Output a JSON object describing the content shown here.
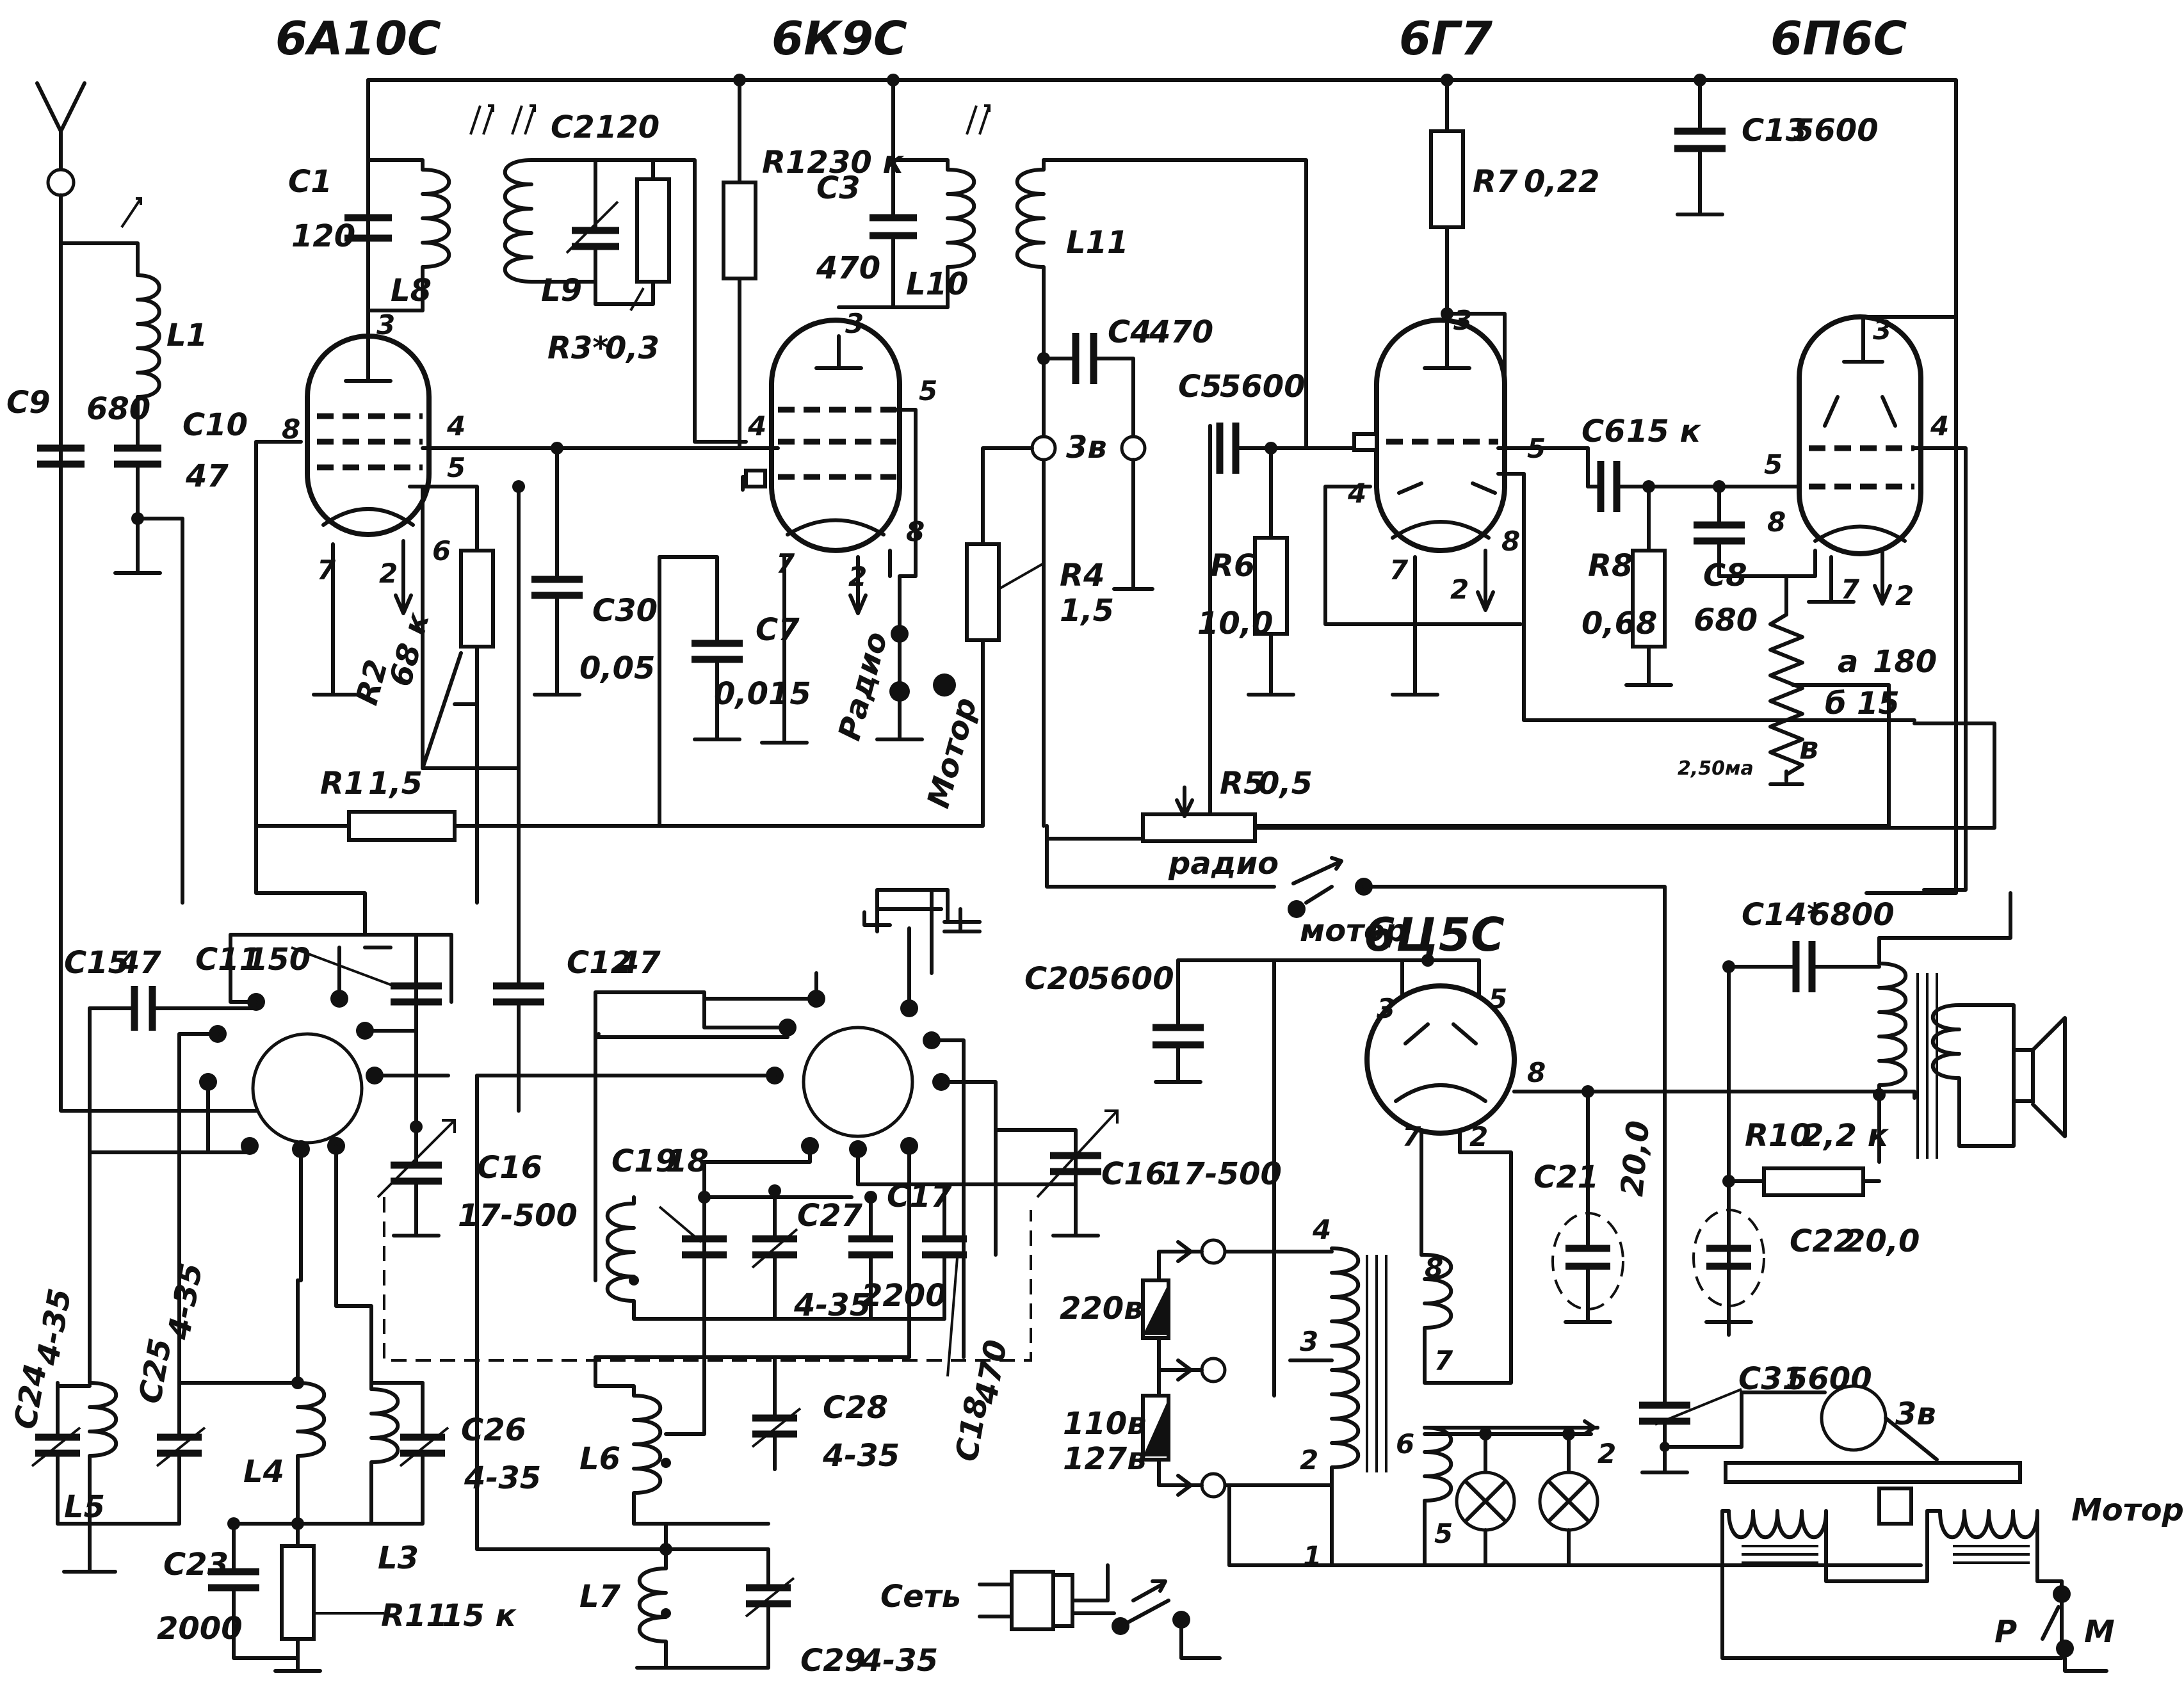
{
  "tubes": [
    {
      "id": "t1",
      "name": "6А10С"
    },
    {
      "id": "t2",
      "name": "6К9С"
    },
    {
      "id": "t3",
      "name": "6Г7"
    },
    {
      "id": "t4",
      "name": "6П6С"
    },
    {
      "id": "t5",
      "name": "6Ц5С"
    }
  ],
  "labels": {
    "C1": "C1",
    "C1v": "120",
    "C2": "C2",
    "C2v": "120",
    "C3": "C3",
    "C3v": "470",
    "C4": "C4",
    "C4v": "470",
    "C5": "C5",
    "C5v": "5600",
    "C6": "C6",
    "C6v": "15 к",
    "C7": "C7",
    "C7v": "0,015",
    "C8": "C8",
    "C8v": "680",
    "C9": "C9",
    "C9v": "680",
    "C10": "C10",
    "C10v": "47",
    "C11": "C11",
    "C11v": "150",
    "C12": "C12",
    "C12v": "47",
    "C13": "C13",
    "C13v": "5600",
    "C14": "C14*",
    "C14v": "6800",
    "C15": "C15",
    "C15v": "47",
    "C16a": "C16",
    "C16av": "17-500",
    "C16b": "C16",
    "C16bv": "17-500",
    "C17": "C17",
    "C17v": "2200",
    "C18": "C18",
    "C18v": "470",
    "C19": "C19",
    "C19v": "18",
    "C20": "C20",
    "C20v": "5600",
    "C21": "C21",
    "C21v": "20,0",
    "C22": "C22",
    "C22v": "20,0",
    "C23": "C23",
    "C23v": "2000",
    "C24": "C24",
    "C24v": "4-35",
    "C25": "C25",
    "C25v": "4-35",
    "C26": "C26",
    "C26v": "4-35",
    "C27": "C27",
    "C27v": "4-35",
    "C28": "C28",
    "C28v": "4-35",
    "C29": "C29",
    "C29v": "4-35",
    "C30": "C30",
    "C30v": "0,05",
    "C31": "C31",
    "C31v": "5600",
    "R1": "R1",
    "R1v": "1,5",
    "R2": "R2",
    "R2v": "68 к",
    "R3": "R3*",
    "R3v": "0,3",
    "R4": "R4",
    "R4v": "1,5",
    "R5": "R5",
    "R5v": "0,5",
    "R6": "R6",
    "R6v": "10,0",
    "R7": "R7",
    "R7v": "0,22",
    "R8": "R8",
    "R8v": "0,68",
    "R10": "R10",
    "R10v": "2,2 к",
    "R11": "R11",
    "R11v": "15 к",
    "R12": "R12",
    "R12v": "30 к",
    "L1": "L1",
    "L3": "L3",
    "L4": "L4",
    "L5": "L5",
    "L6": "L6",
    "L7": "L7",
    "L8": "L8",
    "L9": "L9",
    "L10": "L10",
    "L11": "L11"
  },
  "annotations": {
    "radio_v": "Радио",
    "motor_v": "Мотор",
    "radio_sw": "радио",
    "motor_sw": "мотор",
    "motor_right": "Мотор",
    "set": "Сеть",
    "v220": "220в",
    "v110": "110в",
    "v127": "127в",
    "zv1": "3в",
    "zv2": "3в",
    "p": "Р",
    "m": "М",
    "tap_a": "а",
    "tap_a_v": "180",
    "tap_b": "б",
    "tap_b_v": "15",
    "tap_v": "в",
    "tap_current": "2,50ма",
    "tap_pin8": "8"
  }
}
